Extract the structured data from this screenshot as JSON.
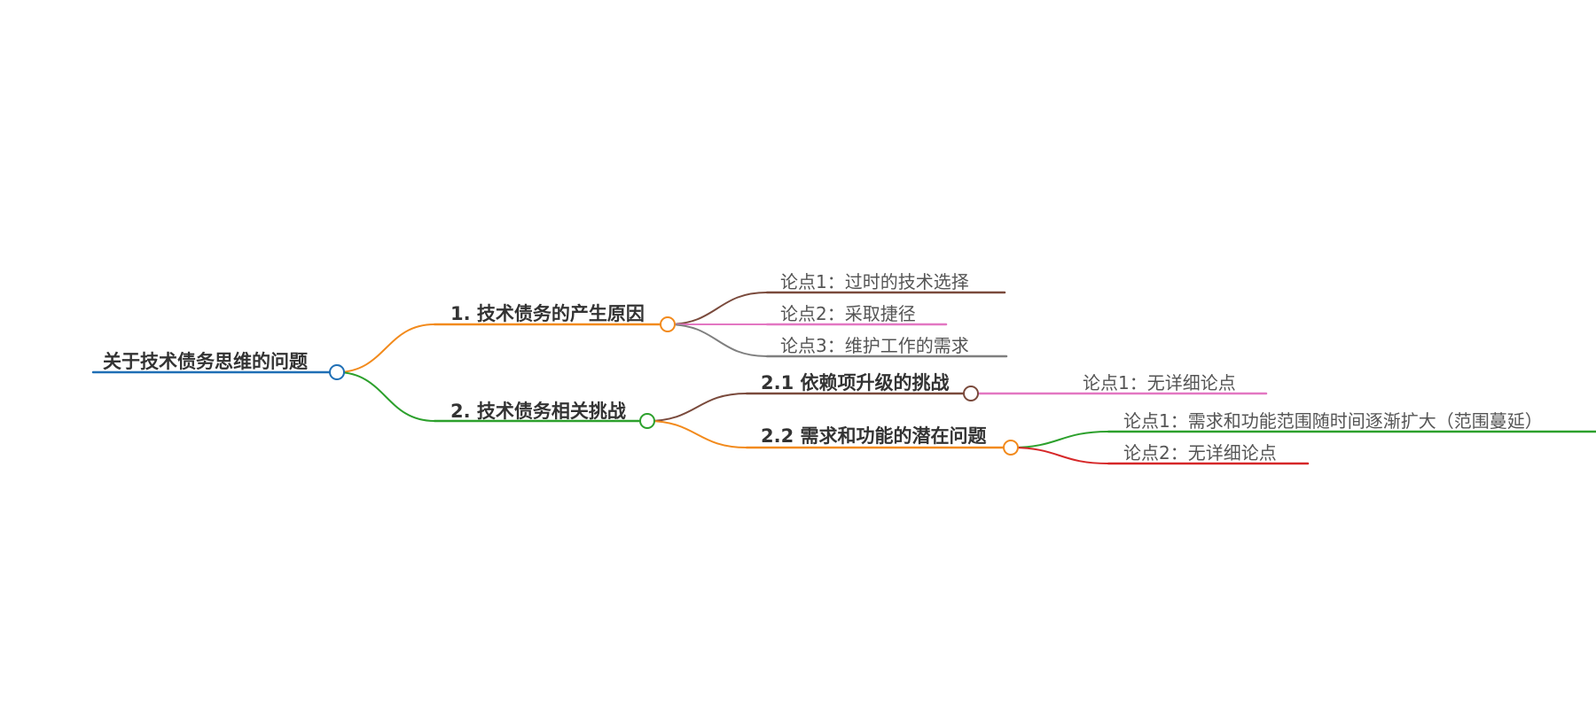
{
  "mindmap": {
    "root": {
      "label": "关于技术债务思维的问题",
      "color": "#1f6fb5",
      "children": [
        {
          "label": "1. 技术债务的产生原因",
          "color": "#f28a1c",
          "children": [
            {
              "label": "论点1：过时的技术选择",
              "color": "#7a4a3c"
            },
            {
              "label": "论点2：采取捷径",
              "color": "#e377c2"
            },
            {
              "label": "论点3：维护工作的需求",
              "color": "#7f7f7f"
            }
          ]
        },
        {
          "label": "2. 技术债务相关挑战",
          "color": "#2ca02c",
          "children": [
            {
              "label": "2.1 依赖项升级的挑战",
              "color": "#7a4a3c",
              "children": [
                {
                  "label": "论点1：无详细论点",
                  "color": "#e377c2"
                }
              ]
            },
            {
              "label": "2.2 需求和功能的潜在问题",
              "color": "#f28a1c",
              "children": [
                {
                  "label": "论点1：需求和功能范围随时间逐渐扩大（范围蔓延）",
                  "color": "#2ca02c"
                },
                {
                  "label": "论点2：无详细论点",
                  "color": "#d62728"
                }
              ]
            }
          ]
        }
      ]
    }
  }
}
